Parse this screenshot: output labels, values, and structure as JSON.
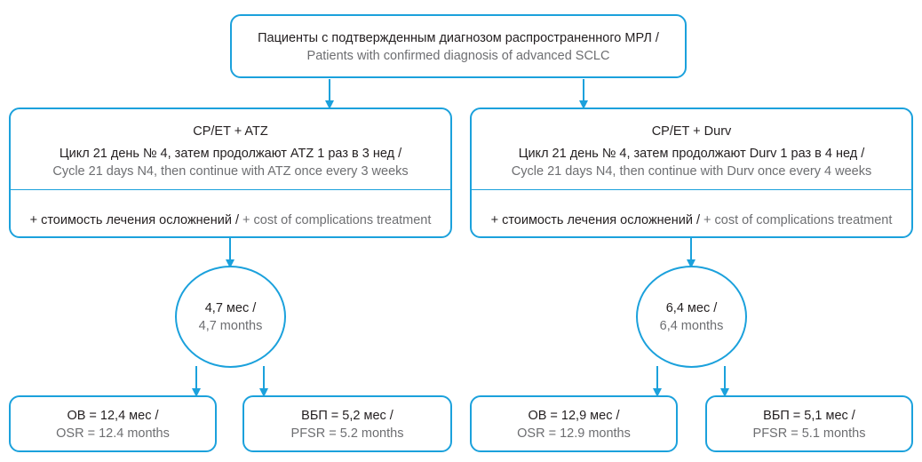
{
  "top": {
    "ru": "Пациенты с подтвержденным диагнозом распространенного МРЛ /",
    "en": "Patients with confirmed diagnosis of advanced SCLC"
  },
  "arms": [
    {
      "title": "CP/ET + ATZ",
      "cycle_ru": "Цикл 21 день № 4, затем продолжают ATZ 1 раз в 3 нед /",
      "cycle_en": "Cycle 21 days N4, then continue with ATZ once every 3 weeks",
      "cost_ru": "+ стоимость лечения осложнений /",
      "cost_en": "+ cost of complications treatment",
      "circle_ru": "4,7 мес /",
      "circle_en": "4,7 months",
      "os_ru": "ОВ = 12,4 мес /",
      "os_en": "OSR = 12.4 months",
      "pfs_ru": "ВБП = 5,2 мес /",
      "pfs_en": "PFSR = 5.2 months"
    },
    {
      "title": "CP/ET + Durv",
      "cycle_ru": "Цикл 21 день № 4, затем продолжают Durv 1 раз в 4 нед /",
      "cycle_en": "Cycle 21 days N4, then continue with Durv once every 4 weeks",
      "cost_ru": "+ стоимость лечения осложнений /",
      "cost_en": "+ cost of complications treatment",
      "circle_ru": "6,4 мес /",
      "circle_en": "6,4 months",
      "os_ru": "ОВ = 12,9 мес /",
      "os_en": "OSR = 12.9 months",
      "pfs_ru": "ВБП = 5,1 мес /",
      "pfs_en": "PFSR = 5.1 months"
    }
  ],
  "colors": {
    "accent": "#1ba1dc",
    "text_ru": "#231f20",
    "text_en": "#6d6e71"
  }
}
